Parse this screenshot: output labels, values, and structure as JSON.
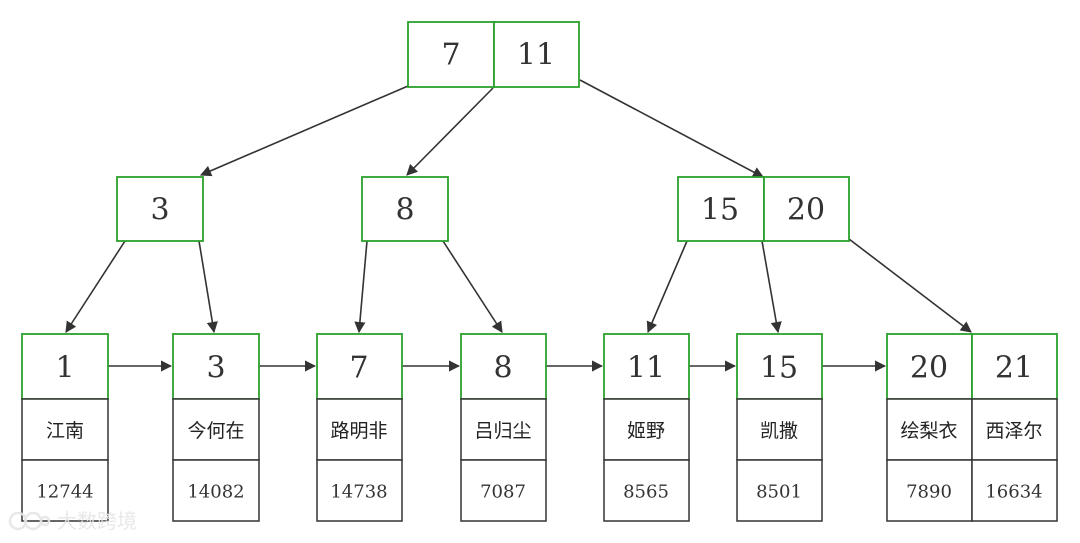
{
  "colors": {
    "key_border": "#2ba02b",
    "record_border": "#333333",
    "edge": "#333333",
    "text": "#333333"
  },
  "root": {
    "keys": [
      "7",
      "11"
    ]
  },
  "internal": [
    {
      "keys": [
        "3"
      ]
    },
    {
      "keys": [
        "8"
      ]
    },
    {
      "keys": [
        "15",
        "20"
      ]
    }
  ],
  "leaves": [
    {
      "entries": [
        {
          "key": "1",
          "name": "江南",
          "value": "12744"
        }
      ]
    },
    {
      "entries": [
        {
          "key": "3",
          "name": "今何在",
          "value": "14082"
        }
      ]
    },
    {
      "entries": [
        {
          "key": "7",
          "name": "路明非",
          "value": "14738"
        }
      ]
    },
    {
      "entries": [
        {
          "key": "8",
          "name": "吕归尘",
          "value": "7087"
        }
      ]
    },
    {
      "entries": [
        {
          "key": "11",
          "name": "姬野",
          "value": "8565"
        }
      ]
    },
    {
      "entries": [
        {
          "key": "15",
          "name": "凯撒",
          "value": "8501"
        }
      ]
    },
    {
      "entries": [
        {
          "key": "20",
          "name": "绘梨衣",
          "value": "7890"
        },
        {
          "key": "21",
          "name": "西泽尔",
          "value": "16634"
        }
      ]
    }
  ],
  "watermark": {
    "text": "大数跨境"
  }
}
